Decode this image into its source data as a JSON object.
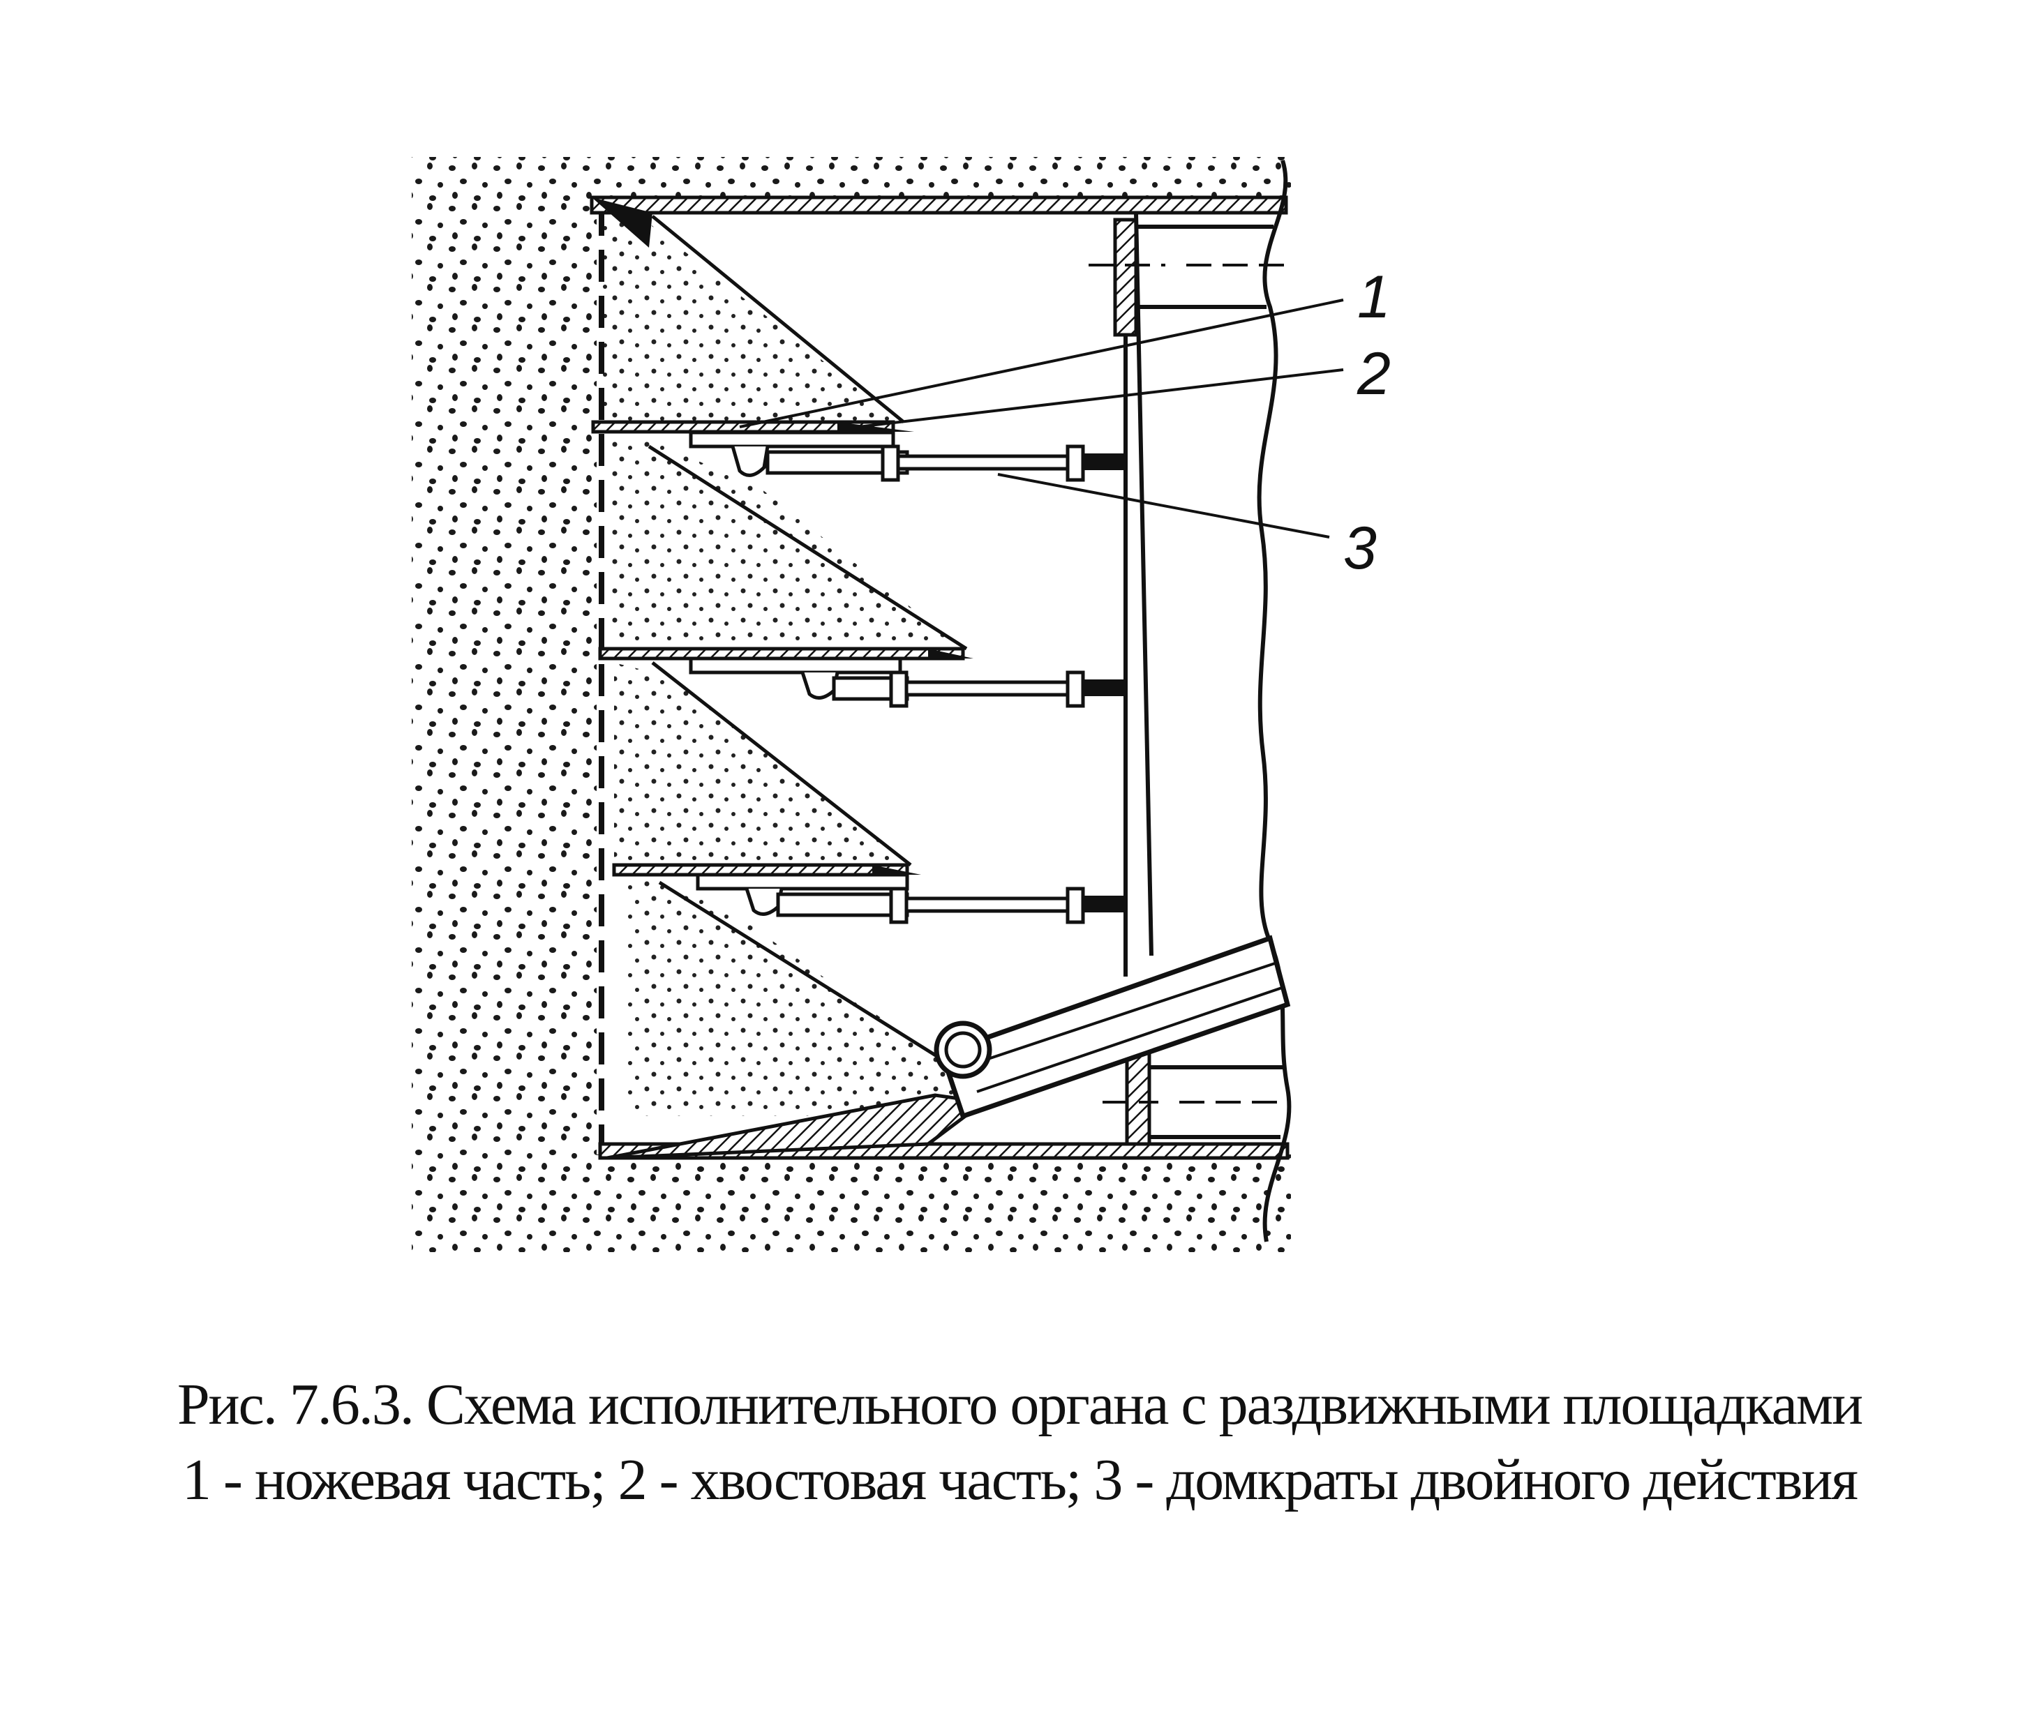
{
  "figure": {
    "callouts": [
      {
        "id": "1",
        "label": "1"
      },
      {
        "id": "2",
        "label": "2"
      },
      {
        "id": "3",
        "label": "3"
      }
    ]
  },
  "caption": {
    "title": "Рис. 7.6.3. Схема исполнительного органа с раздвижными площадками",
    "legend": "1 - ножевая часть; 2 - хвостовая часть; 3 - домкраты двойного действия"
  }
}
